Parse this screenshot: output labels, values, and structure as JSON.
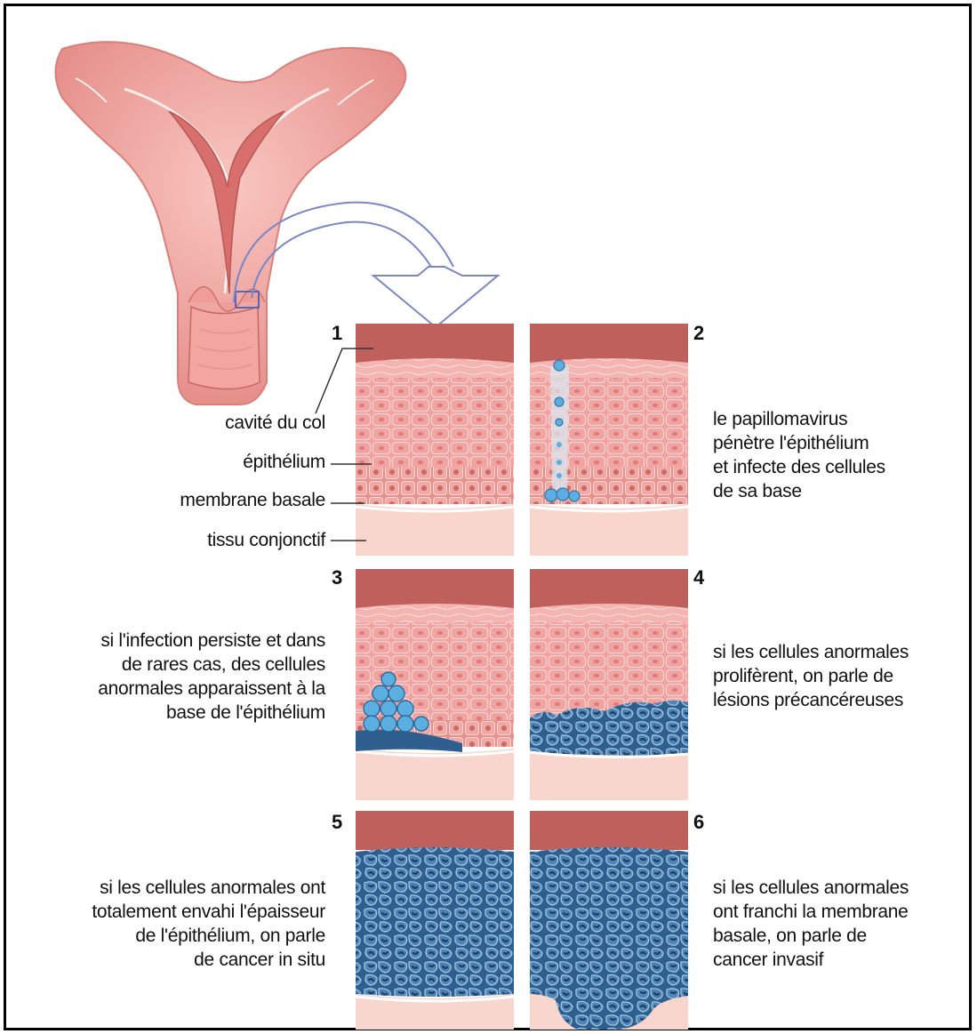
{
  "panels": [
    {
      "number": "1"
    },
    {
      "number": "2"
    },
    {
      "number": "3"
    },
    {
      "number": "4"
    },
    {
      "number": "5"
    },
    {
      "number": "6"
    }
  ],
  "labels": {
    "cavity": "cavité du col",
    "epithelium": "épithélium",
    "basal_membrane": "membrane basale",
    "connective_tissue": "tissu conjonctif"
  },
  "captions": {
    "panel2": [
      "le papillomavirus",
      "pénètre l'épithélium",
      "et infecte des cellules",
      "de sa base"
    ],
    "panel3": [
      "si l'infection persiste et dans",
      "de rares cas, des cellules",
      "anormales apparaissent à la",
      "base de l'épithélium"
    ],
    "panel4": [
      "si les cellules anormales",
      "prolifèrent, on parle de",
      "lésions précancéreuses"
    ],
    "panel5": [
      "si les cellules anormales ont",
      "totalement envahi l'épaisseur",
      "de l'épithélium, on parle",
      "de cancer in situ"
    ],
    "panel6": [
      "si les cellules anormales",
      "ont franchi la membrane",
      "basale, on parle de",
      "cancer invasif"
    ]
  },
  "colors": {
    "cavity": "#c0605c",
    "epithelium": "#f0a3a0",
    "connective": "#f8d5cd",
    "abnormal": "#3f73a6",
    "virus": "#5aaee0",
    "arrow": "#7a86c8"
  }
}
